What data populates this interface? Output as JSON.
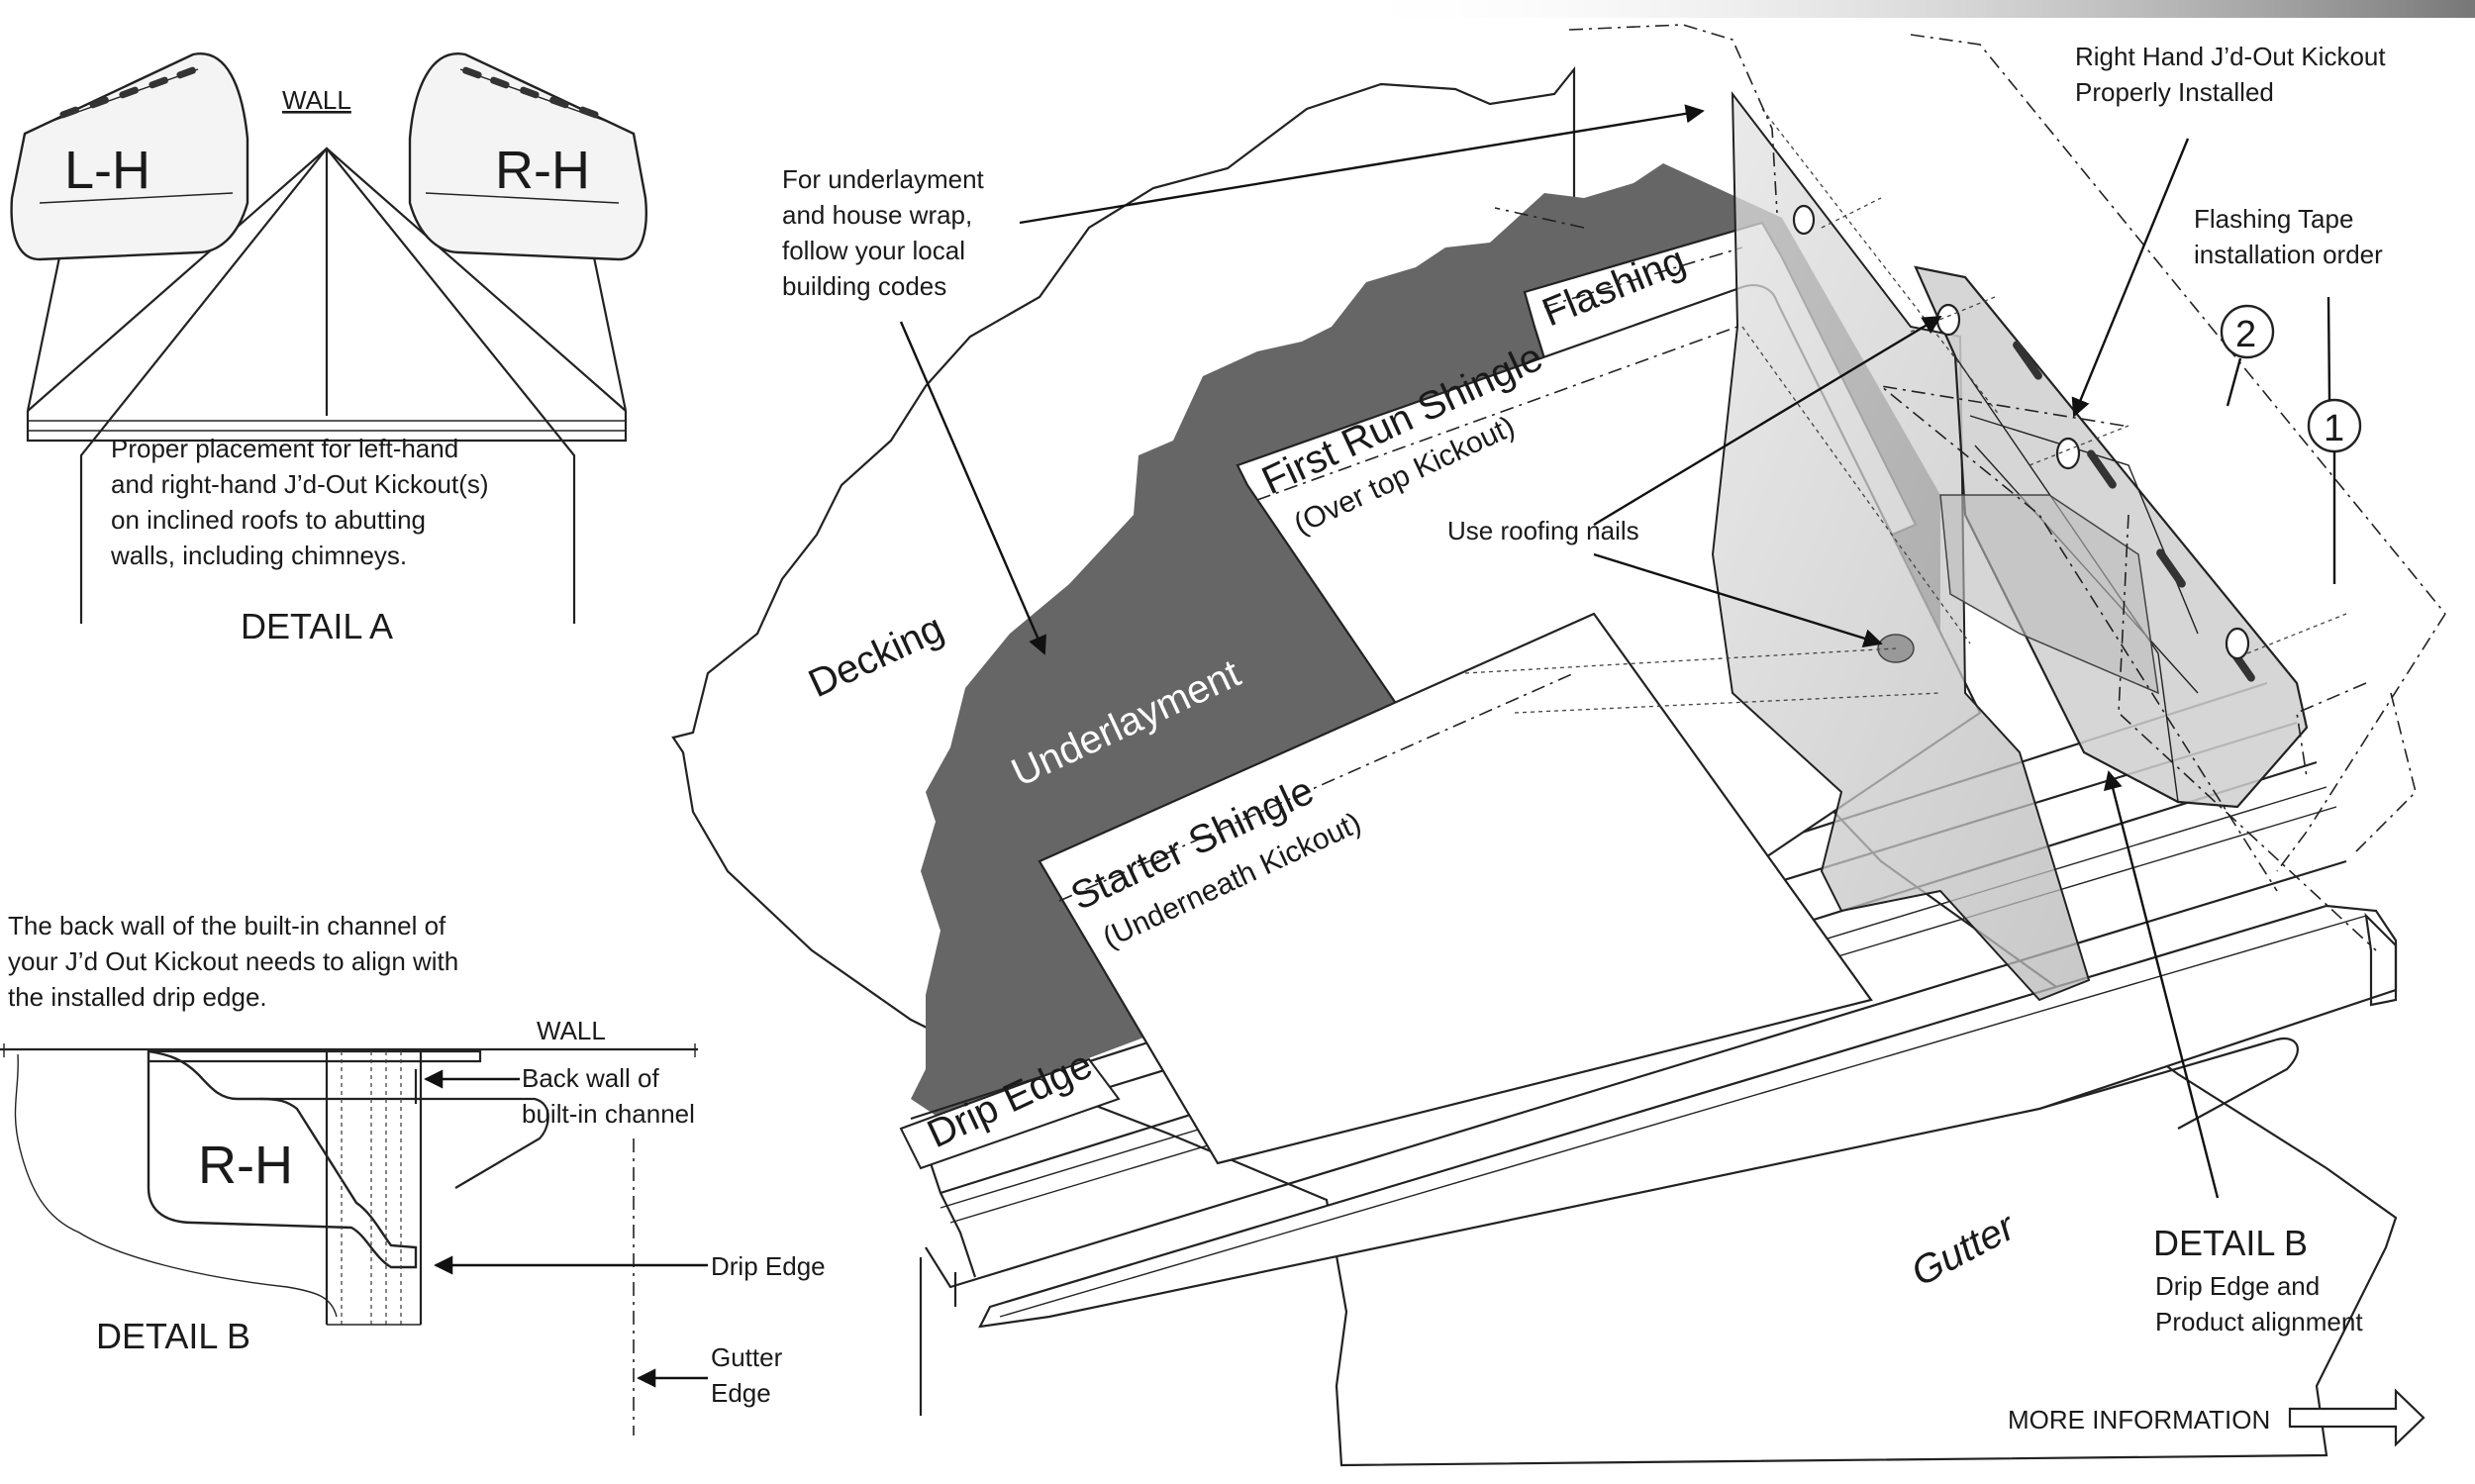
{
  "detail_a": {
    "wall_label": "WALL",
    "left_label": "L-H",
    "right_label": "R-H",
    "description_lines": [
      "Proper placement for left-hand",
      "and right-hand J’d-Out Kickout(s)",
      "on inclined roofs to abutting",
      "walls, including chimneys."
    ],
    "title": "DETAIL A"
  },
  "detail_b_small": {
    "intro_lines": [
      "The back wall of the built-in channel of",
      "your J’d Out Kickout needs to align with",
      "the installed drip edge."
    ],
    "wall_label": "WALL",
    "rh_label": "R-H",
    "back_wall_lines": [
      "Back wall of",
      "built-in channel"
    ],
    "drip_edge_label": "Drip Edge",
    "gutter_edge_lines": [
      "Gutter",
      "Edge"
    ],
    "title": "DETAIL B"
  },
  "main": {
    "underlayment_note_lines": [
      "For underlayment",
      "and house wrap,",
      "follow your local",
      "building codes"
    ],
    "decking_label": "Decking",
    "underlayment_label": "Underlayment",
    "flashing_label": "Flashing",
    "first_run_label": "First Run Shingle",
    "first_run_sub": "(Over top Kickout)",
    "starter_label": "Starter Shingle",
    "starter_sub": "(Underneath Kickout)",
    "drip_edge_label": "Drip Edge",
    "nails_label": "Use roofing nails",
    "gutter_label": "Gutter",
    "kickout_note_lines": [
      "Right Hand J’d-Out Kickout",
      "Properly Installed"
    ],
    "tape_note_lines": [
      "Flashing Tape",
      "installation order"
    ],
    "tape_step_2": "2",
    "tape_step_1": "1",
    "detail_b_title": "DETAIL B",
    "detail_b_sub_lines": [
      "Drip Edge and",
      "Product alignment"
    ],
    "more_info_label": "MORE INFORMATION"
  },
  "colors": {
    "underlayment_fill": "#666666",
    "kickout_fill": "#c9c9c9",
    "line": "#222222",
    "gradient_start": "#ffffff",
    "gradient_end": "#777777"
  }
}
